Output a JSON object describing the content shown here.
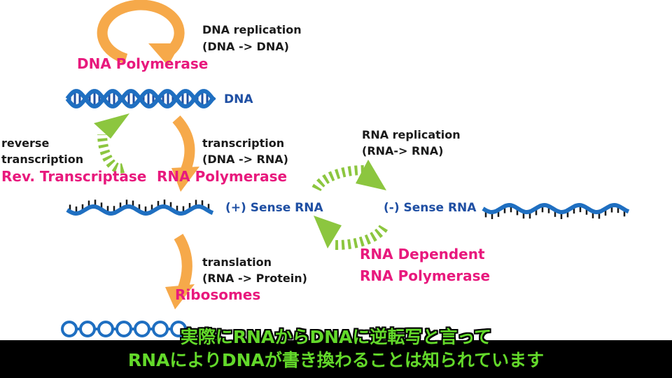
{
  "colors": {
    "orange_arrow": "#f6a94a",
    "green_arrow": "#8cc63f",
    "strand_blue": "#1f6fc1",
    "label_pink": "#e8197d",
    "label_blue": "#1f4fa3",
    "subtitle_green": "#63d92a",
    "subtitle_bar": "#000000"
  },
  "labels": {
    "dna_replication": "DNA replication",
    "dna_replication_detail": "(DNA -> DNA)",
    "dna_polymerase": "DNA Polymerase",
    "dna": "DNA",
    "reverse": "reverse",
    "transcription_word": "transcription",
    "rev_transcriptase": "Rev. Transcriptase",
    "transcription": "transcription",
    "transcription_detail": "(DNA -> RNA)",
    "rna_polymerase": "RNA Polymerase",
    "rna_replication": "RNA replication",
    "rna_replication_detail": "(RNA-> RNA)",
    "plus_sense_rna": "(+) Sense RNA",
    "minus_sense_rna": "(-) Sense RNA",
    "rna_dependent": "RNA Dependent",
    "rna_polymerase_2": "RNA Polymerase",
    "translation": "translation",
    "translation_detail": "(RNA -> Protein)",
    "ribosomes": "Ribosomes"
  },
  "subtitle": {
    "line1": "実際にRNAからDNAに逆転写と言って",
    "line2": "RNAによりDNAが書き換わることは知られています"
  }
}
